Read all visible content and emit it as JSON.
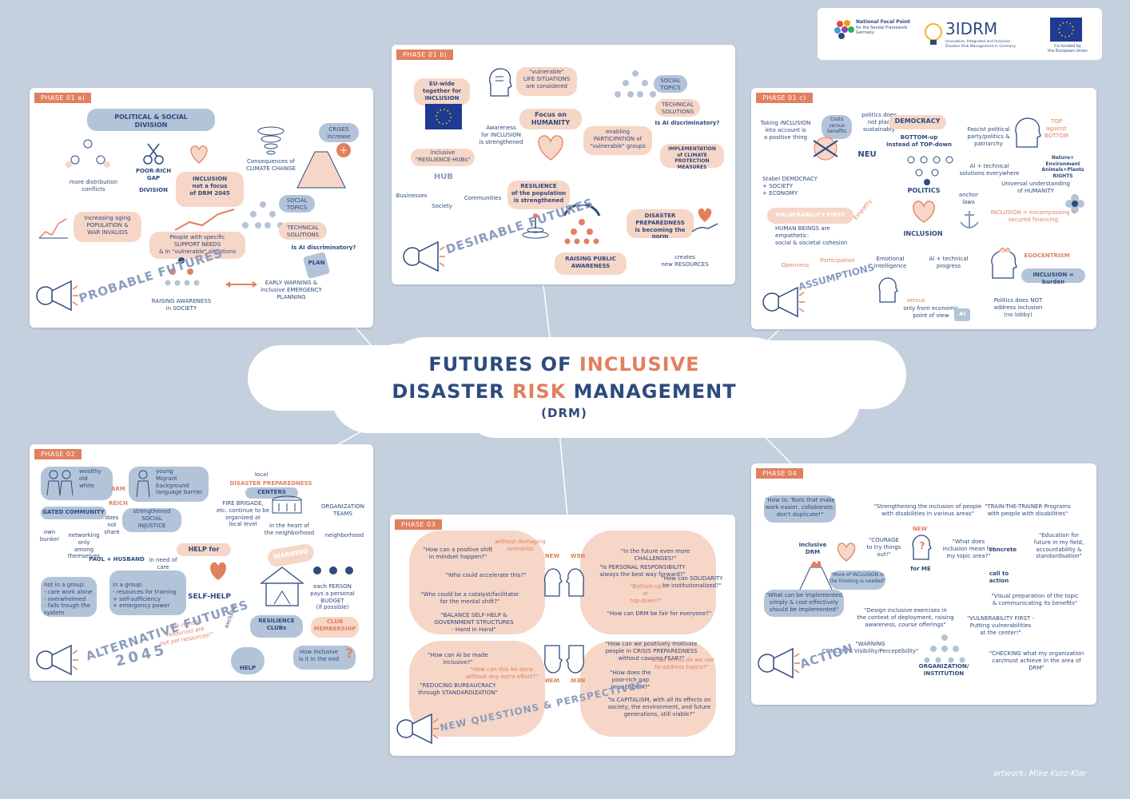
{
  "title": {
    "line1_a": "FUTURES OF ",
    "line1_b": "INCLUSIVE",
    "line2_a": "DISASTER ",
    "line2_b": "RISK",
    "line2_c": " MANAGEMENT",
    "line3": "(DRM)"
  },
  "logos": {
    "nfp": "National Focal Point",
    "nfp_sub": "for the Sendai Framework\nGermany",
    "idrm": "3IDRM",
    "idrm_sub": "Innovative, Integrated and Inclusive\nDisaster Risk Management in Germany",
    "eu": "Co-funded by\nthe European Union"
  },
  "credit": "artwork: Mike Kurz-Klar",
  "colors": {
    "orange": "#e1805f",
    "navy": "#2e4a7e",
    "background": "#c4d0de",
    "pill_blue": "#b3c3d8",
    "pill_orange": "#f6d6c7"
  },
  "phase1a": {
    "tag": "PHASE 01 a)",
    "future_title": "PROBABLE\nFUTURES",
    "political": "POLITICAL & SOCIAL\nDIVISION",
    "poor_rich": "POOR-RICH\nGAP",
    "division": "DIVISION",
    "distribution": "more distribution\nconflicts",
    "inclusion_focus": "INCLUSION\nnot a focus\nof DRM 2045",
    "climate": "Consequences of\nCLIMATE CHANGE",
    "crises": "CRISES\nincrease",
    "aging": "Increasing aging\nPOPULATION &\nWAR INVALIDS",
    "support": "People with specific\nSUPPORT NEEDS\n& in \"vulnerable\" situations",
    "social": "SOCIAL\nTOPICS",
    "technical": "TECHNICAL\nSOLUTIONS",
    "ai": "Is AI discriminatory?",
    "plan": "PLAN",
    "awareness": "RAISING AWARENESS\nin SOCIETY",
    "early": "EARLY WARNING &\ninclusive EMERGENCY\nPLANNING"
  },
  "phase1b": {
    "tag": "PHASE 01 b)",
    "future_title": "DESIRABLE\nFUTURES",
    "eu": "EU-wide\ntogether for\nINCLUSION",
    "life": "\"vulnerable\"\nLIFE SITUATIONS\nare considered",
    "awareness": "Awareness\nfor INCLUSION\nis strengthened",
    "humanity": "Focus on\nHUMANITY",
    "social": "SOCIAL\nTOPICS",
    "technical": "TECHNICAL\nSOLUTIONS",
    "ai": "Is AI discriminatory?",
    "participation": "enabling\nPARTICIPATION of\n\"vulnerable\" groups",
    "climate": "IMPLEMENTATION\nof CLIMATE PROTECTION\nMEASURES",
    "hubs": "inclusive\n\"RESILIENCE-HUBs\"",
    "hub": "HUB",
    "businesses": "Businesses",
    "communities": "Communities",
    "society": "Society",
    "resilience": "RESILIENCE\nof the population\nis strengthened",
    "preparedness": "DISASTER\nPREPAREDNESS\nis becoming the norm",
    "raising": "RAISING PUBLIC\nAWARENESS",
    "resources": "creates\nnew RESOURCES"
  },
  "phase1c": {
    "tag": "PHASE 01 c)",
    "taking": "Taking INCLUSION\ninto account is\na positive thing",
    "costs": "Costs\nversus\nbenefits",
    "politics_plan": "politics does\nnot plan\nsustainably",
    "democracy": "DEMOCRACY",
    "bottom_up": "BOTTOM-up\ninstead of TOP-down",
    "fascist": "Fascist political\nparty/politics &\npatriarchy",
    "top_bottom": "TOP\nagainst\nBOTTOM",
    "neu": "NEU",
    "stabel": "Stabel DEMOCRACY\n+ SOCIETY\n+ ECONOMY",
    "ai_tech": "AI + technical\nsolutions everywhere",
    "nature": "Nature+\nEnvironment\nAnimals+Plants\nRIGHTS",
    "politics": "POLITICS",
    "anchor": "anchor\nlaws",
    "universal": "Universal understanding\nof HUMANITY",
    "vulnerability": "VULNERABILITY FIRST",
    "empathy": "Empathy",
    "human": "HUMAN BEINGS are empathetic:\nsocial & societal cohesion",
    "inclusion": "INCLUSION",
    "encompassing": "INCLUSION = encompassing +\nsecured financing",
    "openness": "Openness",
    "participation": "Participation",
    "assumptions": "ASSUMPTIONS",
    "emotional": "Emotional\nintelligence",
    "ai_progress": "AI + technical\nprogress",
    "egocentrism": "EGOCENTRISM",
    "burden": "INCLUSION = burden",
    "versus": "versus",
    "economic": "only from economic\npoint of view",
    "ai_label": "AI",
    "politics_not": "Politics does NOT\naddress inclusion\n(no lobby)"
  },
  "phase2": {
    "tag": "PHASE 02",
    "future_title": "ALTERNATIVE\nFUTURES",
    "year": "2045",
    "wealthy": "wealthy\nold\nwhite",
    "arm": "ARM",
    "reich": "REICH",
    "young": "young\nMigrant\nbackground\nlanguage barrier",
    "local": "local",
    "dp": "DISASTER PREPAREDNESS",
    "centers": "CENTERS",
    "gated": "GATED COMMUNITY",
    "does_not_share": "does\nnot\nshare",
    "own_bunker": "own\nbunker",
    "networking": "networking only\namong themselves",
    "strengthened": "strengthened\nSOCIAL\nINJUSTICE",
    "fire": "FIRE BRIGADE,\netc. continue to be\norganized at\nlocal level",
    "heart": "in the heart of\nthe neighborhood",
    "org": "ORGANIZATION\nTEAMS",
    "neighborhood": "neighborhood",
    "paul": "PAUL + HUSBAND",
    "need_care": "in need of care",
    "help_for": "HELP for",
    "warning": "WARNING",
    "not_group": "not in a group:\n- care work alone\n- overwhelmed\n- falls trough the system",
    "in_group": "in a group:\n- resources for training\n+ self-sufficiency\n+ emergency power",
    "self_help": "SELF-HELP",
    "budget": "each PERSON\npays a personal\nBUDGET\n(if possible)",
    "clubs": "RESILIENCE\nCLUBs",
    "club_membership": "CLUB\nMEMBERSHIP",
    "excluded": "excluded",
    "right": "\"The right to\nresources are\nnot yet resources!\"",
    "help": "HELP",
    "how_inclusive": "How inclusive\nis it in the end",
    "q": "?"
  },
  "phase3": {
    "tag": "PHASE 03",
    "future_title": "NEW QUESTIONS\n& PERSPECTIVES",
    "q1": "\"How can a positive shift\nin mindset happen?\"",
    "q1b": "without damaging\nscenarios",
    "q2": "\"Who could accelerate this?\"",
    "q3": "\"Who could be a catalyst/facilitator\nfor the mental shift?\"",
    "q4": "\"BALANCE SELF-HELP &\nGOVERNMENT STRUCTURES\n- Hand in Hand\"",
    "q5": "\"In the future even more CHALLENGES!\"",
    "q6": "\"Is PERSONAL RESPONSIBILITY\nalways the best way forward?\"",
    "q7": "\"How can SOLIDARITY\nbe institutionalized?\"",
    "q7b": "\"Bottom-up\nor\ntop-down?\"",
    "q8": "\"How can DRM be fair for everyone?\"",
    "q9": "\"How can AI be made inclusive?\"",
    "q10": "\"How can this be done\nwithout any extra effort?\"",
    "q11": "\"REDUCING BUREAUCRACY\nthrough STANDARDIZATION\"",
    "q12": "\"How can we positively motivate\npeople in CRISIS PREPAREDNESS\nwithout causing FEAR?\"",
    "q12b": "\"What terms do we use\nto address topics?\"",
    "q13": "\"How does the\npoor-rich gap\nimpact DRM?\"",
    "q14": "\"Is CAPITALISM, with all its effects on\nsociety, the environment, and future\ngenerations, still viable?\"",
    "new": "NEW"
  },
  "phase4": {
    "tag": "PHASE 04",
    "tools": "\"How to: Tools that make\nwork easier, collaborate,\ndon't duplicate!\"",
    "strengthening": "\"Strengthening the inclusion of people\nwith disabilities in various areas\"",
    "train": "\"TRAIN-THE-TRAINER Programs\nwith people with disabilities\"",
    "inclusive_drm": "inclusive\nDRM",
    "courage": "\"COURAGE\nto try things out!\"",
    "new": "NEW",
    "what_inclusion": "\"What does\ninclusion mean for\nmy topic area?\"",
    "for_me": "for ME",
    "concrete": "concrete",
    "education": "\"Education for\nfuture in my field,\naccountability &\nstandardisation\"",
    "more": "\"More of INCLUSION in\nthe thinking is needed\"",
    "call": "call to\naction",
    "simply": "\"What can be implemented\nsimply & cost-effectively\nshould be implemented\"",
    "visual": "\"Visual preparation of the topic\n& communicating its benefits\"",
    "design": "\"Design inclusive exercises in\nthe context of deployment, raising\nawareness, course offerings\"",
    "vuln": "\"VULNERABILITY FIRST -\nPutting vulnerabilities\nat the center!\"",
    "warning": "\"WARNING\nCONCEPTS Visibility/Perceptibility\"",
    "org": "ORGANIZATION/\nINSTITUTION",
    "checking": "\"CHECKING what my organization\ncan/must achieve in the area of DRM\"",
    "action": "ACTION",
    "q": "?"
  }
}
